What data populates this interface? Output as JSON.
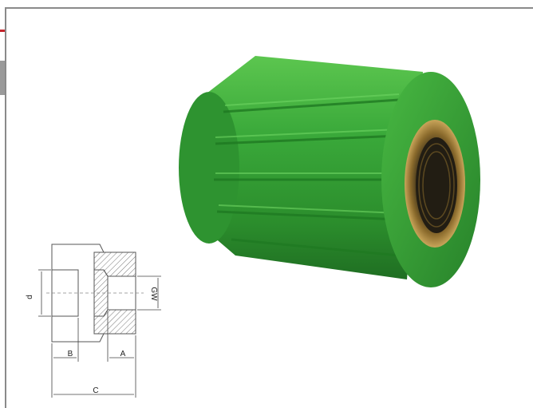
{
  "drawing": {
    "labels": {
      "d": "d",
      "gw": "GW",
      "a": "A",
      "b": "B",
      "c": "C"
    }
  },
  "colors": {
    "accent_red": "#c4242b",
    "fitting_green": "#2f9a2f",
    "brass": "#8a6a2c"
  }
}
